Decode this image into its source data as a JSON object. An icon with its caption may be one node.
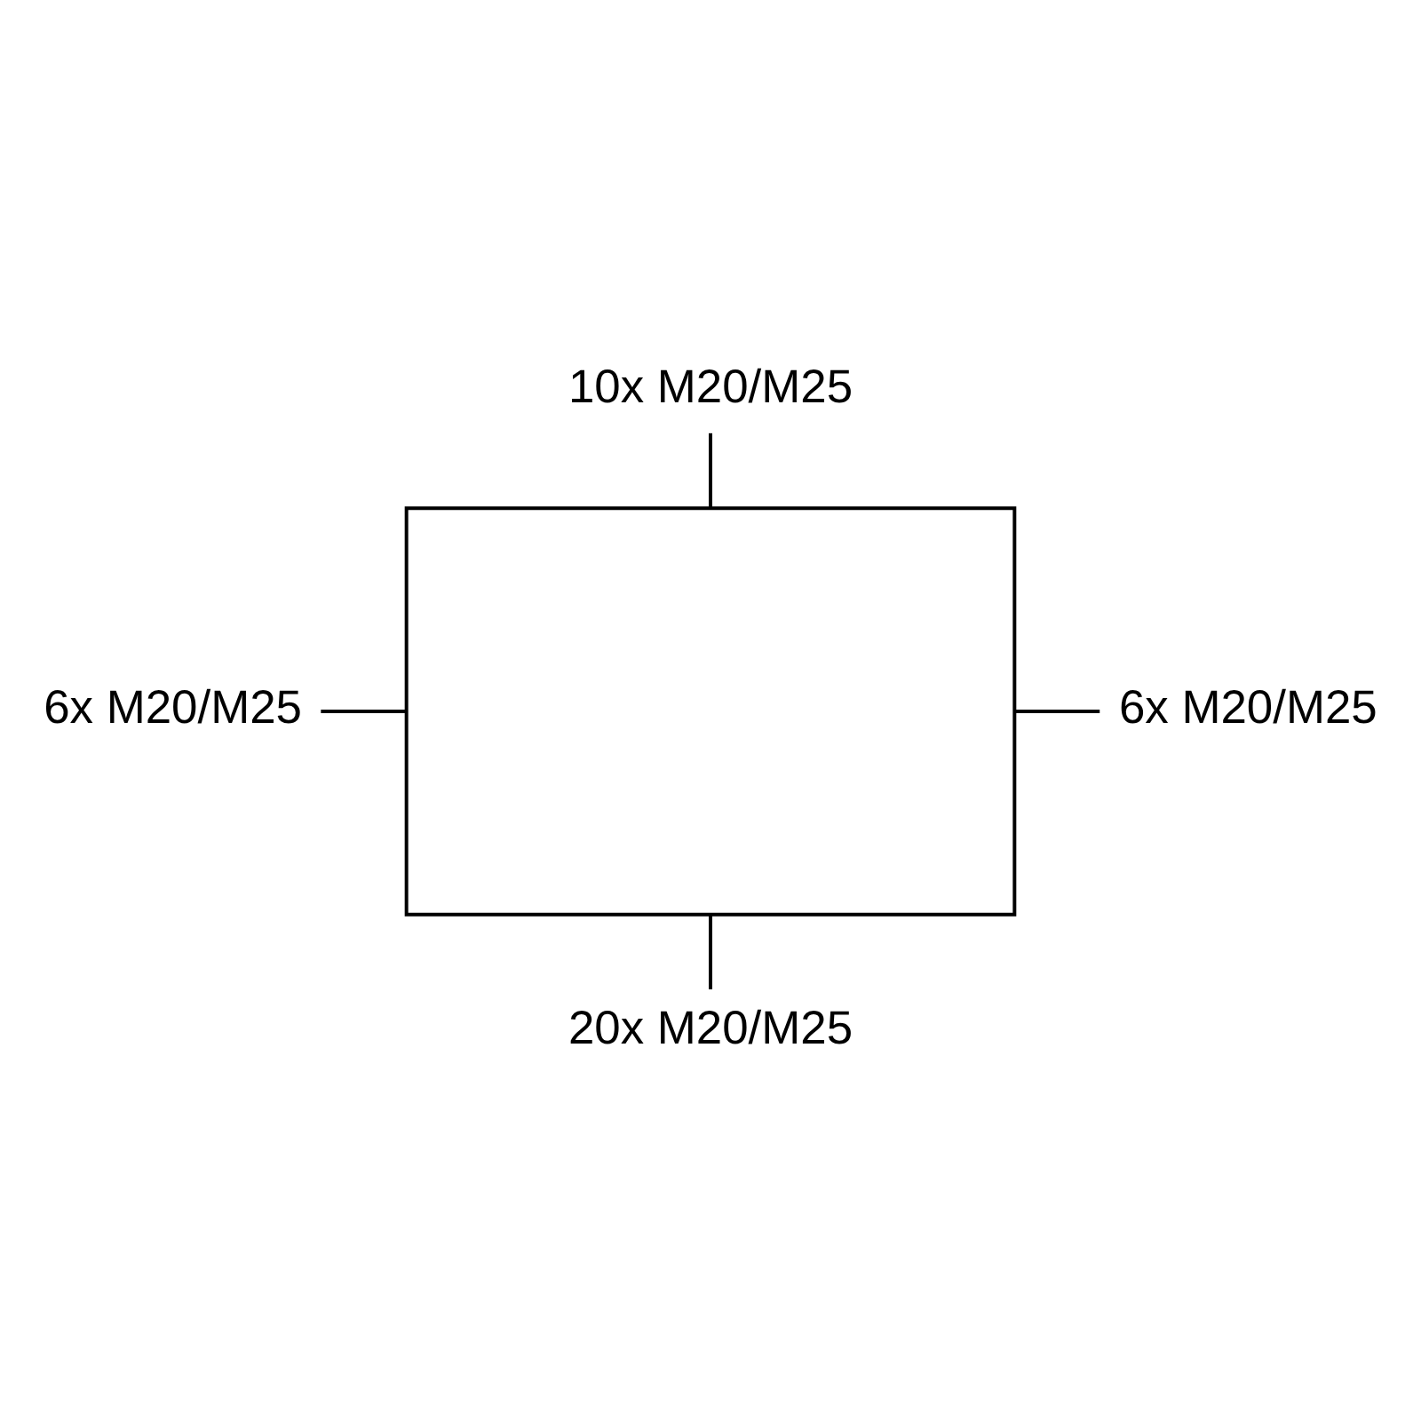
{
  "diagram": {
    "nodes": [
      {
        "text": [
          "10x M20/M25"
        ]
      },
      {
        "text": [
          "6x M20/M25"
        ]
      },
      {
        "text": [],
        "shape": "box"
      },
      {
        "text": [
          "6x M20/M25"
        ]
      },
      {
        "text": [
          "20x M20/M25"
        ]
      }
    ],
    "edges": [
      {
        "from": 0,
        "to": 2,
        "arrow": "none"
      },
      {
        "from": 1,
        "to": 2,
        "arrow": "none"
      },
      {
        "from": 3,
        "to": 2,
        "arrow": "none"
      },
      {
        "from": 4,
        "to": 2,
        "arrow": "none"
      }
    ]
  }
}
